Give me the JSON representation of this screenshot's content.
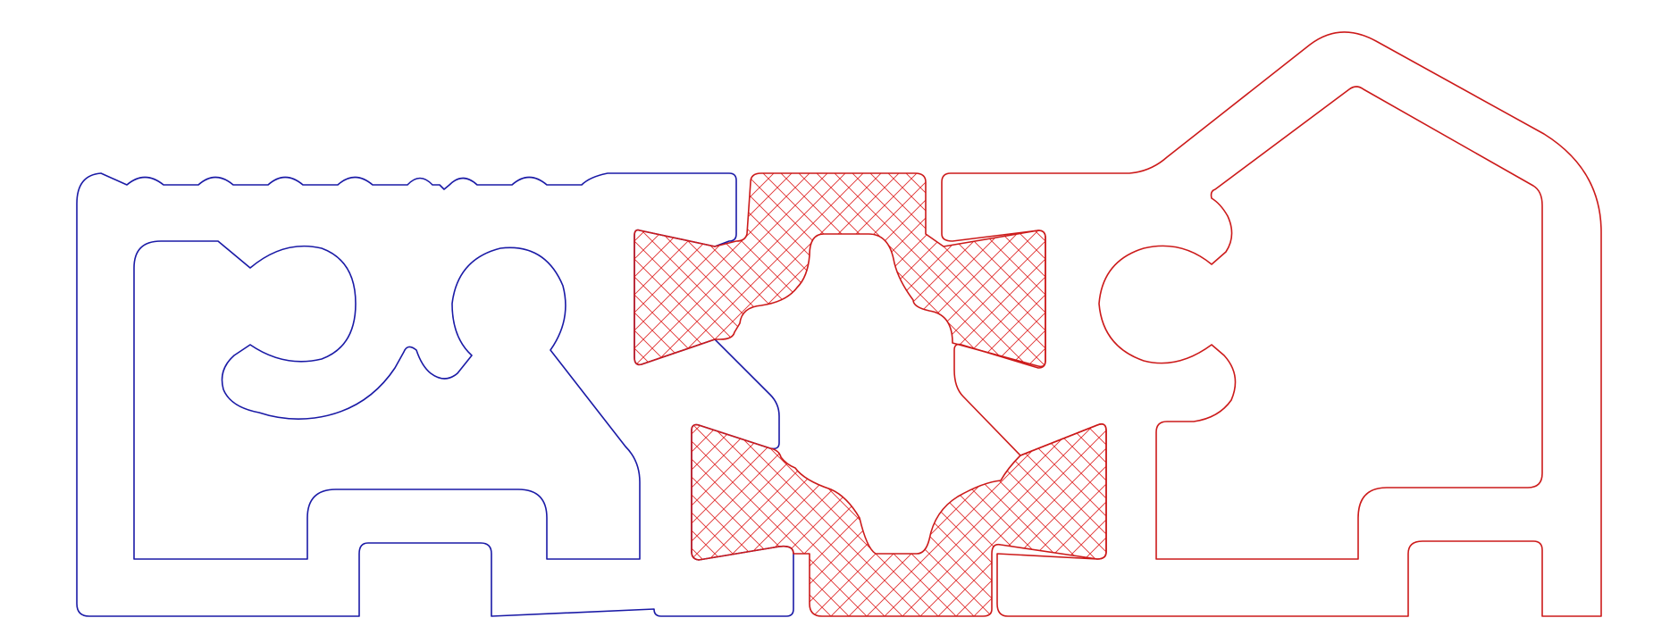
{
  "diagram": {
    "type": "cad-profile-section",
    "background": "#ffffff",
    "colors": {
      "left_profile": "#1a1aa6",
      "right_profile": "#cc1a1a",
      "hatch": "#e03030"
    },
    "parts": [
      {
        "name": "left-profile",
        "color_key": "left_profile",
        "fill": "none"
      },
      {
        "name": "right-profile",
        "color_key": "right_profile",
        "fill": "none"
      },
      {
        "name": "connector-insert",
        "color_key": "right_profile",
        "fill": "crosshatch"
      }
    ]
  }
}
